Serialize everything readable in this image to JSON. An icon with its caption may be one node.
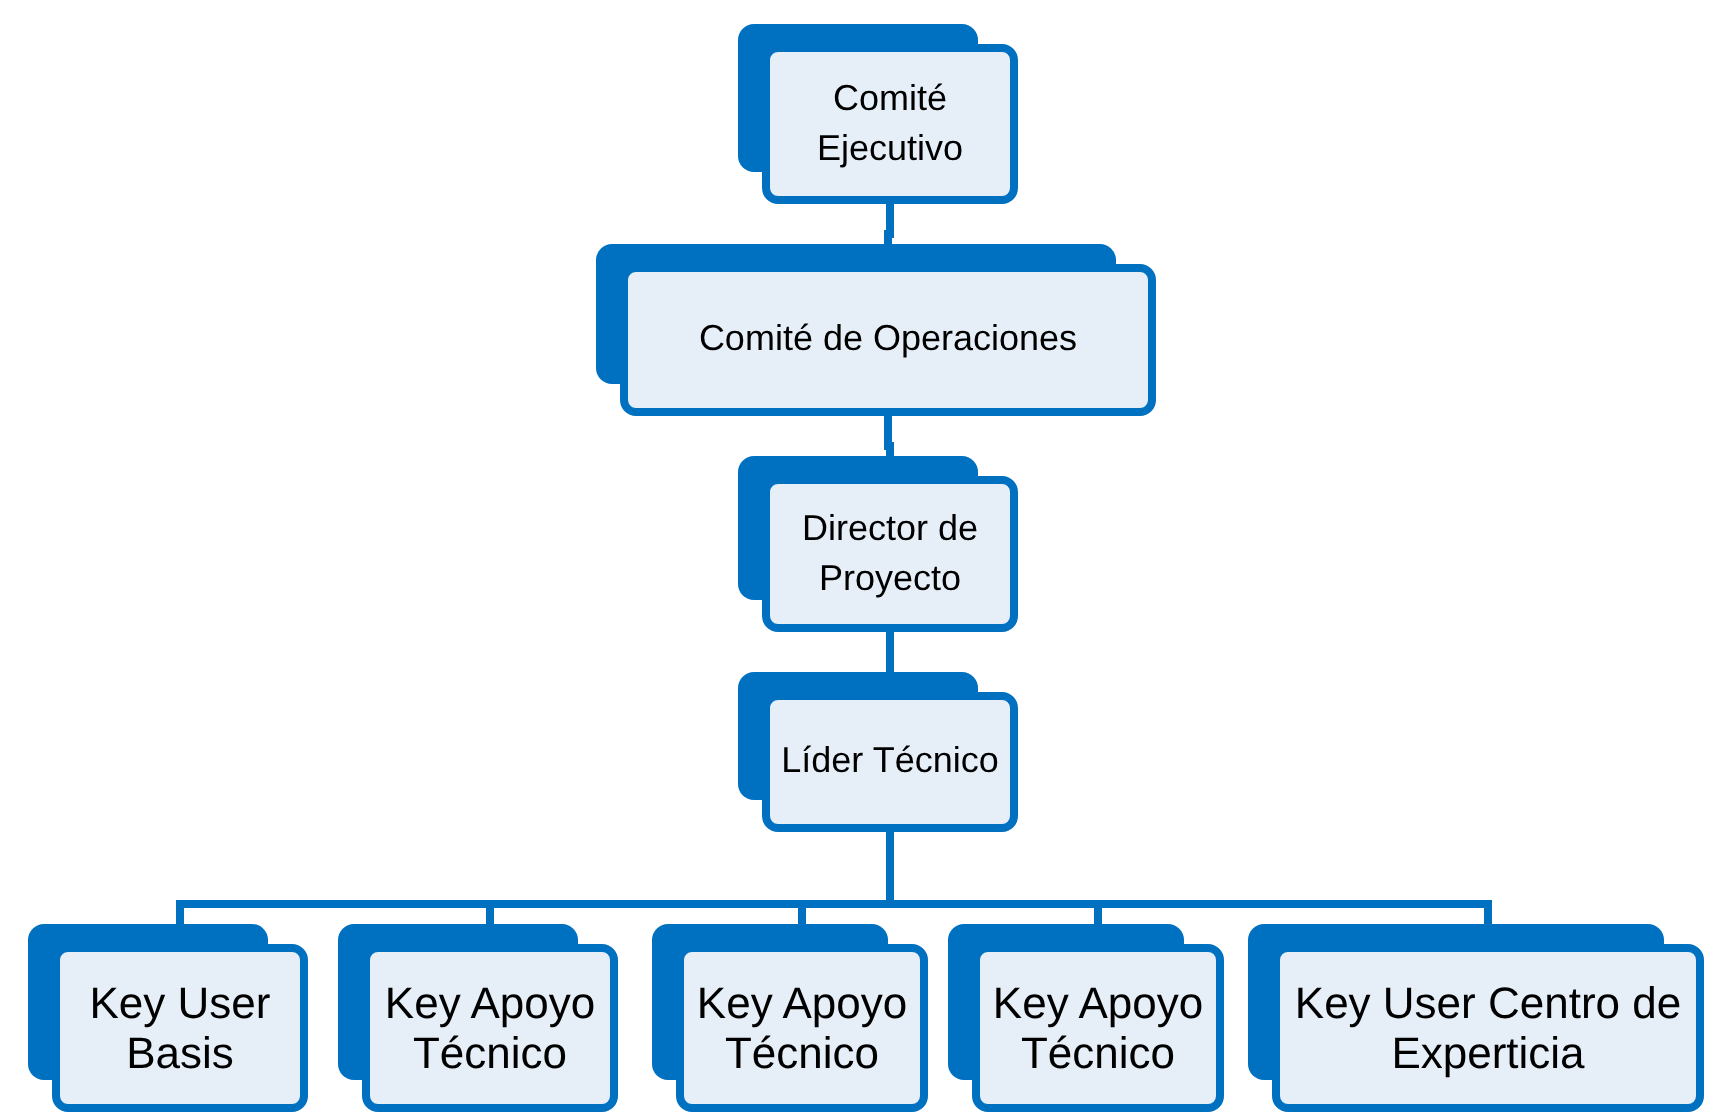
{
  "diagram": {
    "nodes": [
      {
        "text": [
          "Comité Ejecutivo"
        ]
      },
      {
        "text": [
          "Comité de Operaciones"
        ]
      },
      {
        "text": [
          "Director de Proyecto"
        ]
      },
      {
        "text": [
          "Líder Técnico"
        ]
      },
      {
        "text": [
          "Key User Basis"
        ]
      },
      {
        "text": [
          "Key Apoyo Técnico"
        ]
      },
      {
        "text": [
          "Key Apoyo Técnico"
        ]
      },
      {
        "text": [
          "Key Apoyo Técnico"
        ]
      },
      {
        "text": [
          "Key User Centro de Experticia"
        ]
      }
    ],
    "edges": [
      {
        "from": 0,
        "to": 1,
        "arrow": "none"
      },
      {
        "from": 1,
        "to": 2,
        "arrow": "none"
      },
      {
        "from": 2,
        "to": 3,
        "arrow": "none"
      },
      {
        "from": 3,
        "to": 4,
        "arrow": "none"
      },
      {
        "from": 3,
        "to": 5,
        "arrow": "none"
      },
      {
        "from": 3,
        "to": 6,
        "arrow": "none"
      },
      {
        "from": 3,
        "to": 7,
        "arrow": "none"
      },
      {
        "from": 3,
        "to": 8,
        "arrow": "none"
      }
    ]
  }
}
